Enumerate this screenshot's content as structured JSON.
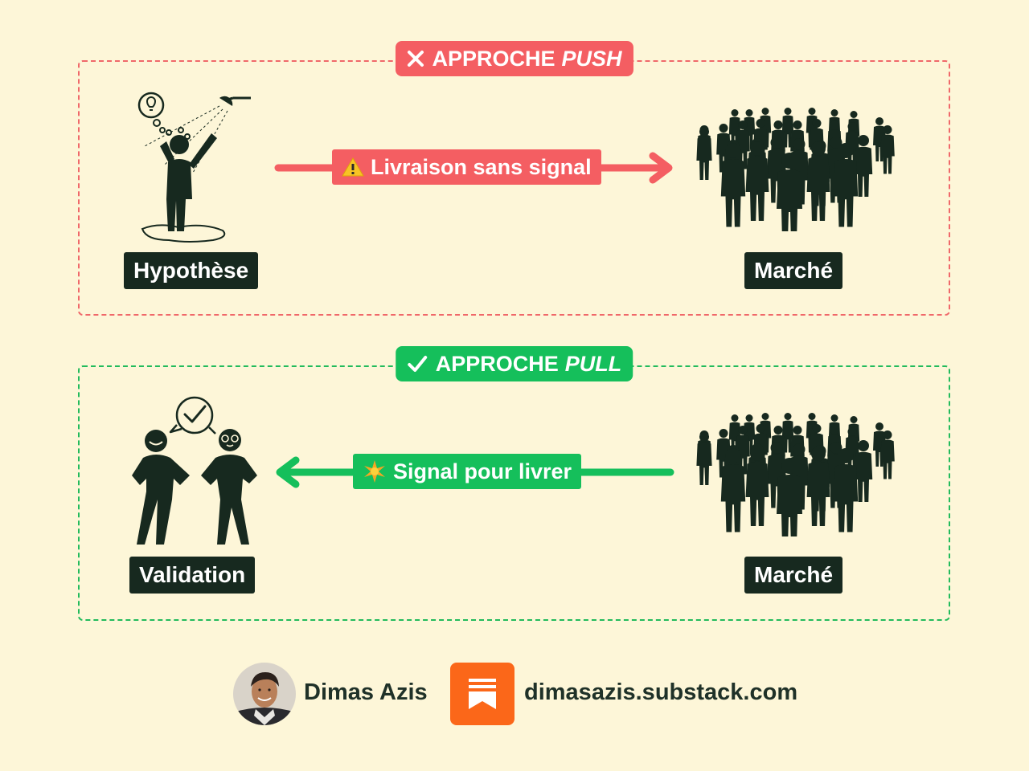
{
  "push": {
    "badge_icon": "cross-icon",
    "badge_prefix": "APPROCHE",
    "badge_keyword": "PUSH",
    "source_label": "Hypothèse",
    "target_label": "Marché",
    "arrow_icon": "warning-icon",
    "arrow_label": "Livraison sans signal",
    "color": "#f45e62"
  },
  "pull": {
    "badge_icon": "checkmark-icon",
    "badge_prefix": "APPROCHE",
    "badge_keyword": "PULL",
    "source_label": "Validation",
    "target_label": "Marché",
    "arrow_icon": "sparkle-icon",
    "arrow_label": "Signal pour livrer",
    "color": "#15bf5b"
  },
  "footer": {
    "author_name": "Dimas Azis",
    "url": "dimasazis.substack.com",
    "brand_icon": "substack-icon"
  },
  "colors": {
    "background": "#fdf6d8",
    "dark": "#17291f"
  }
}
